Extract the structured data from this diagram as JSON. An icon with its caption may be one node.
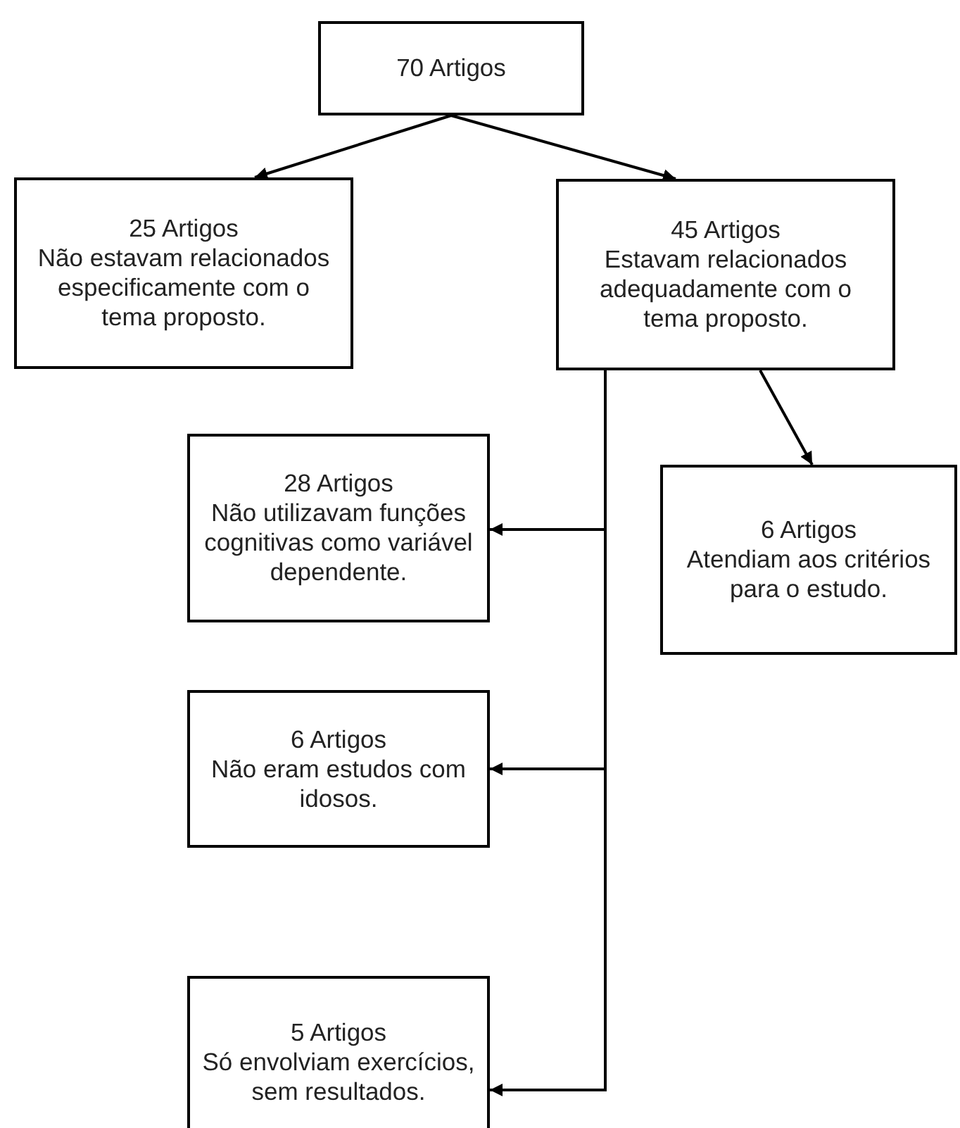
{
  "diagram": {
    "nodes": [
      {
        "text": [
          "70 Artigos"
        ]
      },
      {
        "text": [
          "25 Artigos",
          "Não estavam relacionados especificamente com o tema proposto."
        ]
      },
      {
        "text": [
          "45 Artigos",
          "Estavam relacionados adequadamente com o tema proposto."
        ]
      },
      {
        "text": [
          "28 Artigos",
          "Não utilizavam funções cognitivas como variável dependente."
        ]
      },
      {
        "text": [
          "6 Artigos",
          "Atendiam aos critérios para o estudo."
        ]
      },
      {
        "text": [
          "6 Artigos",
          "Não eram estudos com idosos."
        ]
      },
      {
        "text": [
          "5 Artigos",
          "Só envolviam exercícios, sem resultados."
        ]
      }
    ],
    "edges": [
      {
        "from": 0,
        "to": 1,
        "arrow": "to"
      },
      {
        "from": 0,
        "to": 2,
        "arrow": "to"
      },
      {
        "from": 2,
        "to": 4,
        "arrow": "to"
      },
      {
        "from": 2,
        "to": 3,
        "arrow": "to"
      },
      {
        "from": 2,
        "to": 5,
        "arrow": "to"
      },
      {
        "from": 2,
        "to": 6,
        "arrow": "to"
      }
    ]
  }
}
